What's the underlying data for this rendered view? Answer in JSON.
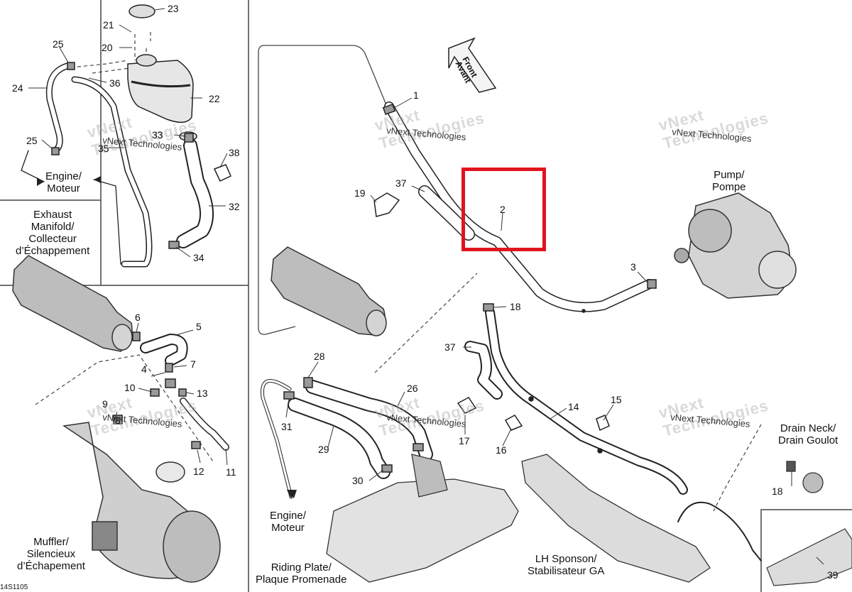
{
  "callouts": {
    "n1": "1",
    "n2": "2",
    "n3": "3",
    "n4": "4",
    "n5": "5",
    "n6": "6",
    "n7": "7",
    "n8": "8",
    "n9": "9",
    "n10": "10",
    "n11": "11",
    "n12": "12",
    "n13": "13",
    "n14": "14",
    "n15": "15",
    "n16": "16",
    "n17": "17",
    "n18a": "18",
    "n18b": "18",
    "n19": "19",
    "n20": "20",
    "n21": "21",
    "n22": "22",
    "n23": "23",
    "n24": "24",
    "n25a": "25",
    "n25b": "25",
    "n26": "26",
    "n28": "28",
    "n29": "29",
    "n30": "30",
    "n31": "31",
    "n32": "32",
    "n33": "33",
    "n34": "34",
    "n35": "35",
    "n36": "36",
    "n37a": "37",
    "n37b": "37",
    "n38": "38",
    "n39": "39"
  },
  "labels": {
    "engine_top": "Engine/\nMoteur",
    "engine_bottom": "Engine/\nMoteur",
    "exhaust": "Exhaust\nManifold/\nCollecteur\nd’Échappement",
    "muffler": "Muffler/\nSilencieux\nd’Échapement",
    "pump": "Pump/\nPompe",
    "riding_plate": "Riding Plate/\nPlaque Promenade",
    "lh_sponson": "LH Sponson/\nStabilisateur GA",
    "drain_neck": "Drain Neck/\nDrain Goulot",
    "front": "Front",
    "avant": "Avant"
  },
  "watermarks": {
    "small": "vNext Technologies",
    "big": "vNext\nTechnologies"
  },
  "part_code": "14S1105",
  "highlight_color": "#e0141e"
}
